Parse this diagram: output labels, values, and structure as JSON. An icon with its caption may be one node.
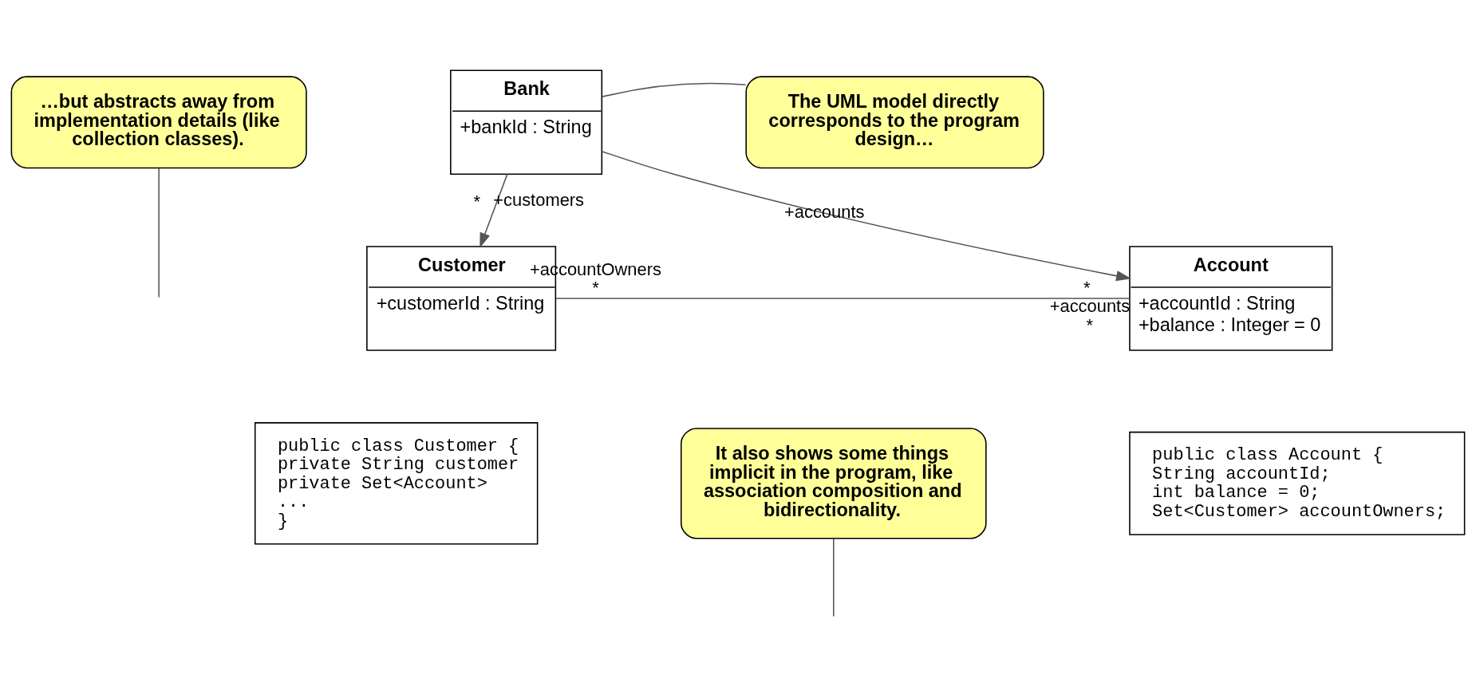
{
  "diagram": {
    "nodes": [
      {
        "text": [
          "Bank",
          "+bankId : String"
        ]
      },
      {
        "text": [
          "Customer",
          "+customerId : String"
        ]
      },
      {
        "text": [
          "Account",
          "+accountId : String",
          "+balance : Integer = 0"
        ]
      },
      {
        "text": [
          "…but abstracts away from implementation details (like collection classes)."
        ]
      },
      {
        "text": [
          "The UML model directly corresponds to the program design…"
        ]
      },
      {
        "text": [
          "It also shows some things implicit in the program, like association composition and bidirectionality."
        ]
      },
      {
        "text": [
          "public class Customer {",
          "private String customer",
          "private Set<Account>",
          "...",
          "}"
        ]
      },
      {
        "text": [
          "public class Account {",
          "String accountId;",
          "int balance = 0;",
          "Set<Customer> accountOwners;"
        ]
      }
    ],
    "edges": [
      {
        "from": 0,
        "to": 1,
        "arrow": "to"
      },
      {
        "from": 0,
        "to": 2,
        "arrow": "to"
      },
      {
        "from": 1,
        "to": 2,
        "arrow": "none"
      },
      {
        "from": 3,
        "to": null,
        "arrow": "none"
      },
      {
        "from": 4,
        "to": 0,
        "arrow": "none"
      },
      {
        "from": 5,
        "to": null,
        "arrow": "none"
      }
    ],
    "labels": [
      "+customers",
      "*",
      "+accounts",
      "*",
      "+accountOwners",
      "*",
      "+accounts",
      "*"
    ]
  }
}
